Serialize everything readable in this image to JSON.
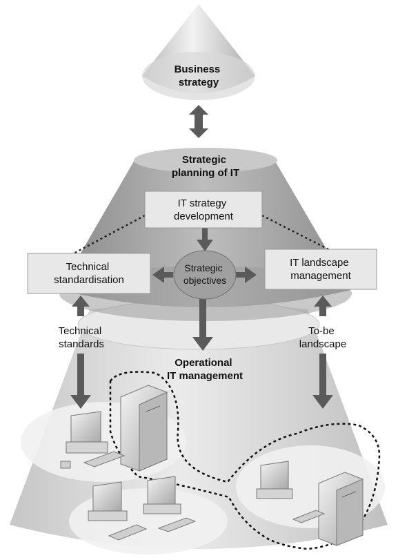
{
  "labels": {
    "business_strategy": [
      "Business",
      "strategy"
    ],
    "strategic_planning": [
      "Strategic",
      "planning of IT"
    ],
    "it_strategy_development": [
      "IT strategy",
      "development"
    ],
    "strategic_objectives": [
      "Strategic",
      "objectives"
    ],
    "technical_standardisation": [
      "Technical",
      "standardisation"
    ],
    "it_landscape_management": [
      "IT landscape",
      "management"
    ],
    "technical_standards": [
      "Technical",
      "standards"
    ],
    "to_be_landscape": [
      "To-be",
      "landscape"
    ],
    "operational_it_management": [
      "Operational",
      "IT management"
    ]
  },
  "colors": {
    "cone_light": "#e3e3e3",
    "cone_mid": "#bdbdbd",
    "cone_dark": "#8e8e8e",
    "box_fill": "#e8e8e8",
    "box_stroke": "#9a9a9a",
    "arrow": "#5a5a5a",
    "text": "#111111"
  },
  "icons": [
    "workstation-icon",
    "server-icon",
    "keyboard-icon",
    "mouse-icon"
  ]
}
